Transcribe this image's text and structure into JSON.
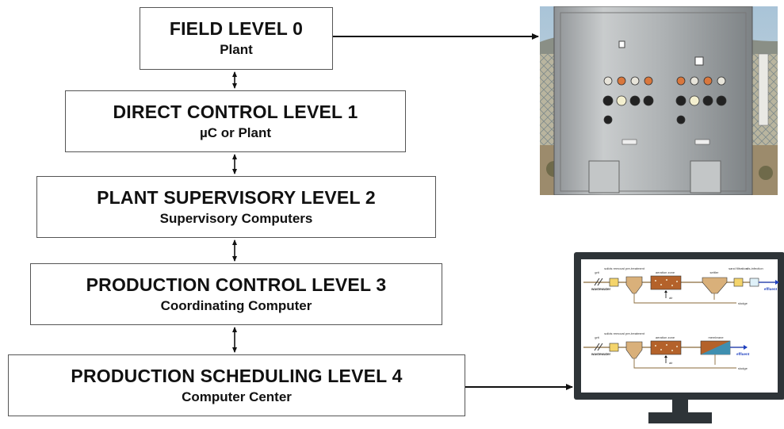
{
  "levels": [
    {
      "title": "FIELD LEVEL 0",
      "subtitle": "Plant"
    },
    {
      "title": "DIRECT CONTROL LEVEL 1",
      "subtitle": "µC or Plant"
    },
    {
      "title": "PLANT SUPERVISORY LEVEL 2",
      "subtitle": "Supervisory Computers"
    },
    {
      "title": "PRODUCTION  CONTROL LEVEL 3",
      "subtitle": "Coordinating Computer"
    },
    {
      "title": "PRODUCTION  SCHEDULING LEVEL 4",
      "subtitle": "Computer Center"
    }
  ],
  "process_diagram": {
    "stage_labels": [
      "grit",
      "solids removal",
      "pre-treatment",
      "aeration zone",
      "settler",
      "sand filtration",
      "dis-infection",
      "membrane"
    ],
    "inflow_label": "wastewater",
    "outflow_label": "effluent",
    "air_label": "air",
    "sludge_label": "sludge"
  },
  "colors": {
    "box_border": "#555555",
    "arrow": "#111111",
    "monitor_frame": "#2e3438",
    "effluent_arrow": "#1d3fc0"
  }
}
